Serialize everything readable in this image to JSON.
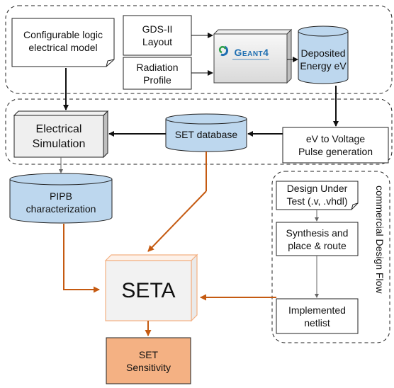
{
  "nodes": {
    "logic_model": "Configurable logic\nelectrical model",
    "gds": "GDS-II\nLayout",
    "radiation": "Radiation\nProfile",
    "geant4": "Geant4",
    "deposited": "Deposited\nEnergy eV",
    "ev_voltage": "eV to Voltage\nPulse generation",
    "set_db": "SET database",
    "elec_sim": "Electrical\nSimulation",
    "pipb": "PIPB\ncharacterization",
    "dut": "Design Under\nTest (.v, .vhdl)",
    "synthesis": "Synthesis and\nplace & route",
    "netlist": "Implemented\nnetlist",
    "seta": "SETA",
    "sensitivity": "SET\nSensitivity"
  },
  "groups": {
    "commercial_flow": "commercial Design Flow"
  },
  "colors": {
    "cylinder_fill": "#bdd7ee",
    "orange_arrow": "#c55a11",
    "sensitivity_fill": "#f4b183",
    "seta_border": "#f4b183"
  },
  "icons": {
    "geant4_logo": "geant4-swirl-logo"
  }
}
